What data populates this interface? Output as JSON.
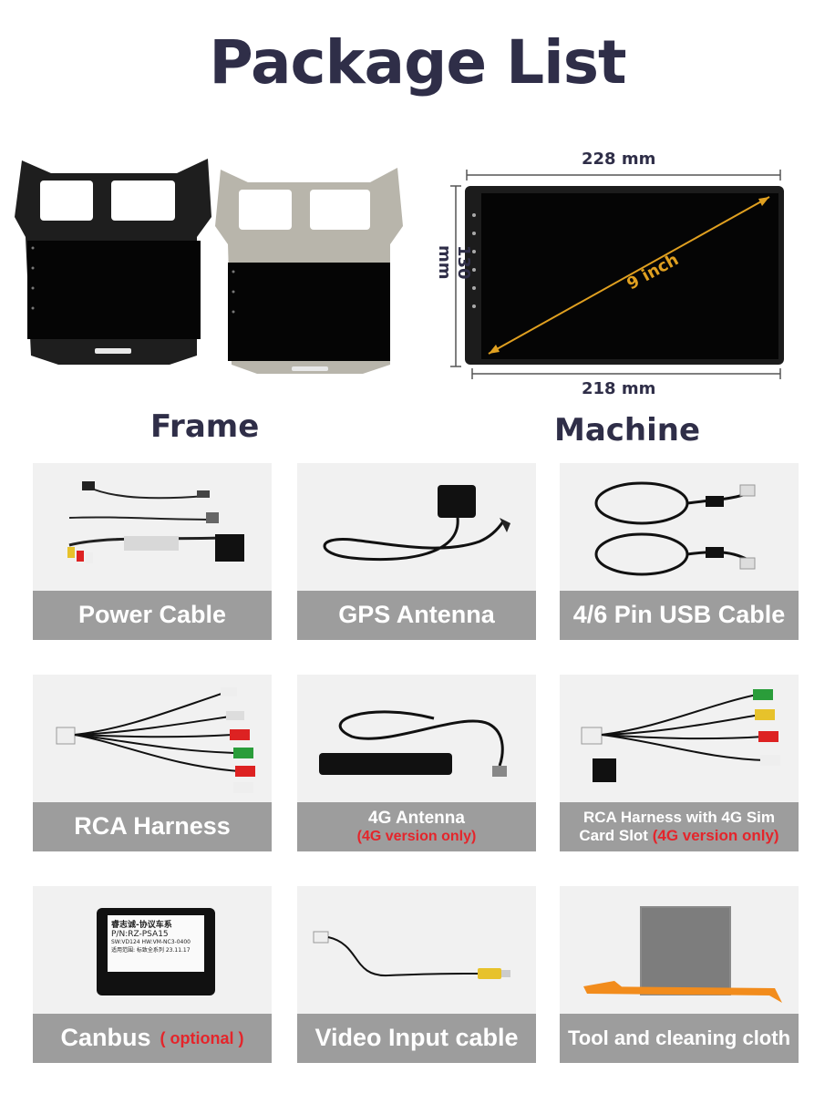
{
  "title": "Package List",
  "frame_label": "Frame",
  "machine_label": "Machine",
  "machine": {
    "width": "228 mm",
    "bottom_width": "218 mm",
    "height": "130 mm",
    "diagonal": "9 inch"
  },
  "items": [
    {
      "label": "Power Cable"
    },
    {
      "label": "GPS Antenna"
    },
    {
      "label": "4/6 Pin USB Cable"
    },
    {
      "label": "RCA Harness"
    },
    {
      "label": "4G Antenna",
      "note": "(4G version only)"
    },
    {
      "label_line1": "RCA Harness with 4G Sim",
      "label_line2": "Card Slot",
      "note": "(4G version only)"
    },
    {
      "label": "Canbus",
      "note": "( optional )"
    },
    {
      "label": "Video Input cable"
    },
    {
      "label": "Tool and cleaning cloth"
    }
  ],
  "canbus_box": {
    "line1": "睿志诚-协议车系",
    "line2": "P/N:RZ-PSA15",
    "line3": "SW:VD124  HW:VM-NC3-0400",
    "line4": "适用范围: 标致全系列  23.11.17"
  },
  "colors": {
    "title": "#2f2e48",
    "label_bg": "#9d9d9d",
    "card_bg": "#f1f1f1",
    "accent_red": "#e4252b",
    "diagonal": "#e0a020"
  }
}
